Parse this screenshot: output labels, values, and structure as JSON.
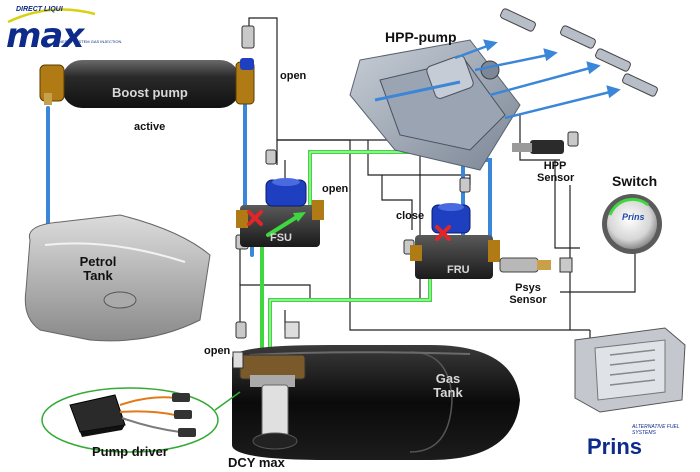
{
  "brand": {
    "top_text": "DIRECT LIQUI",
    "logo_text": "max",
    "sub_text": "DIESEL SYSTEM GAS INJECTION"
  },
  "labels": {
    "hpp_pump": "HPP-pump",
    "boost_pump": "Boost pump",
    "active": "active",
    "open_top": "open",
    "open_mid": "open",
    "close": "close",
    "open_bottom": "open",
    "fsu": "FSU",
    "fru": "FRU",
    "hpp_sensor_line1": "HPP",
    "hpp_sensor_line2": "Sensor",
    "switch_title": "Switch",
    "switch_brand": "Prins",
    "psys_sensor_line1": "Psys",
    "psys_sensor_line2": "Sensor",
    "petrol_tank_line1": "Petrol",
    "petrol_tank_line2": "Tank",
    "gas_tank_line1": "Gas",
    "gas_tank_line2": "Tank",
    "pump_driver": "Pump driver",
    "dcy_max": "DCY max"
  },
  "footer_brand": {
    "name": "Prins",
    "tagline": "ALTERNATIVE FUEL SYSTEMS"
  },
  "colors": {
    "brand_blue": "#0e2a8a",
    "petrol_line": "#3a86d8",
    "gas_line": "#3ed83e",
    "valve_blue": "#1e3fbf",
    "closed_mark": "#e0262a"
  }
}
